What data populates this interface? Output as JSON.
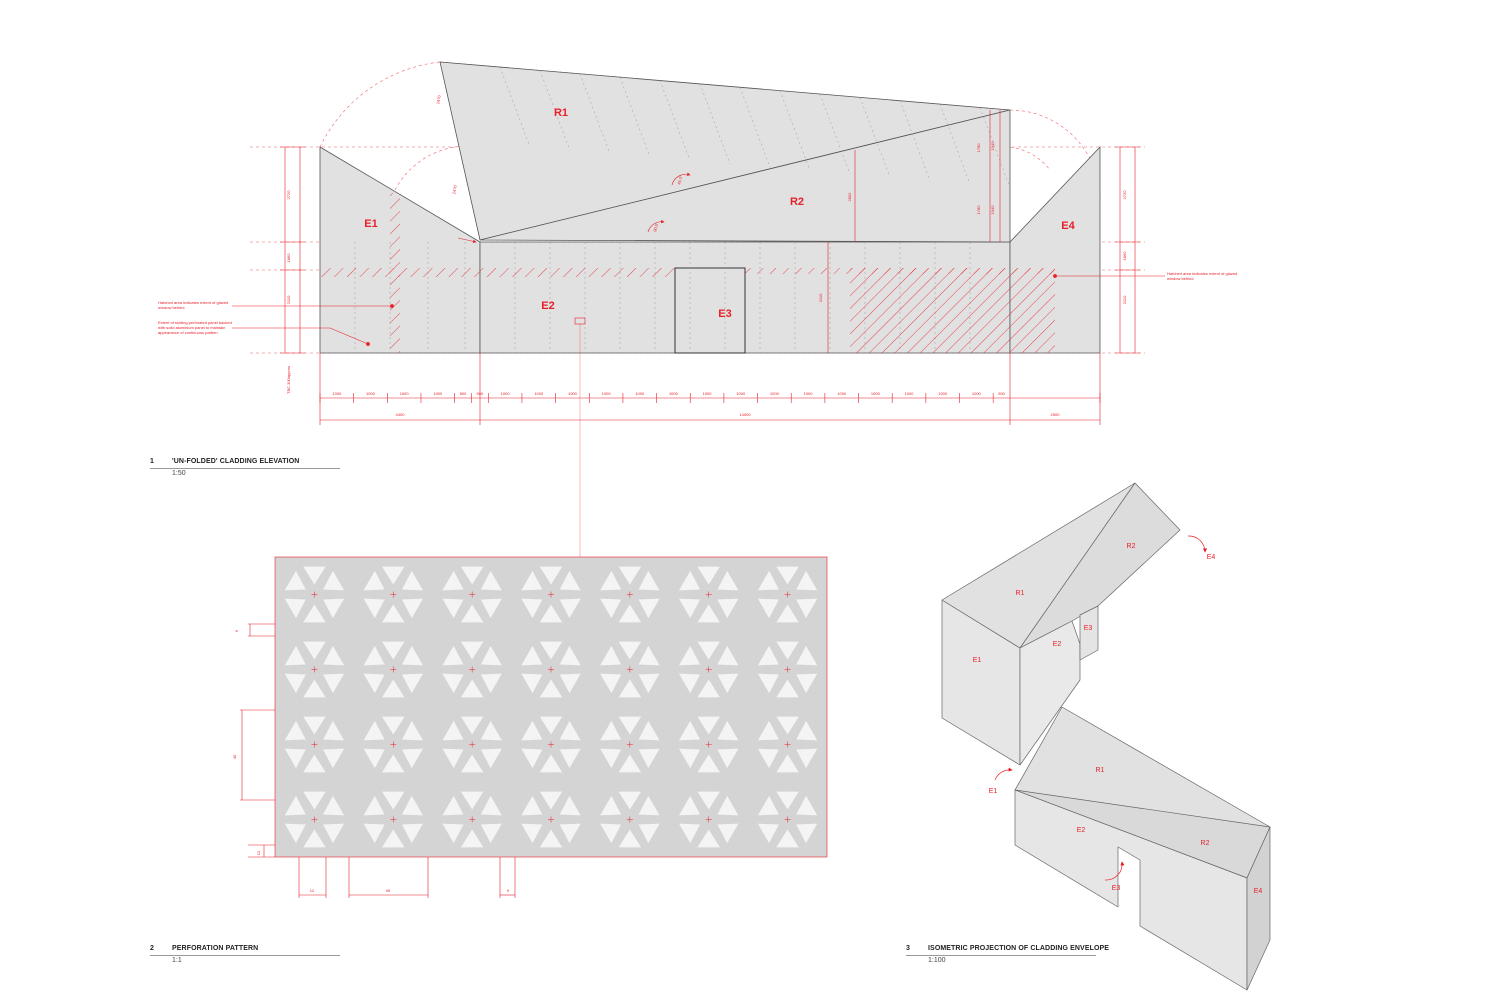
{
  "drawings": [
    {
      "number": "1",
      "title": "'UN-FOLDED' CLADDING ELEVATION",
      "scale": "1:50"
    },
    {
      "number": "2",
      "title": "PERFORATION PATTERN",
      "scale": "1:1"
    },
    {
      "number": "3",
      "title": "ISOMETRIC PROJECTION OF CLADDING ENVELOPE",
      "scale": "1:100"
    }
  ],
  "elevation": {
    "panel_labels": {
      "r1": "R1",
      "r2": "R2",
      "e1": "E1",
      "e2": "E2",
      "e3": "E3",
      "e4": "E4"
    },
    "notes": {
      "hatch_left": "Hatched area indicates extent of glazed window behind",
      "solid_panel": "Extent of skirting perforated panel backed with solid aluminium panel to maintain appearance of continuous pattern",
      "hatch_right": "Hatched area indicates extent of glazed window behind"
    },
    "vertical_dims": {
      "left_gable": "2720",
      "left_wall": "1860",
      "left_lower": "2110",
      "right_gable": "2720",
      "right_wall": "1860",
      "right_lower": "2110",
      "center_wall": "2110",
      "r1_diag_1": "2470",
      "r1_diag_2": "2470",
      "r2_mid": "2802",
      "r2_right_upper": "1780",
      "r2_right_upper_b": "1940",
      "r2_right_lower": "1780",
      "r2_right_lower_b": "1940"
    },
    "angles": {
      "upper": "45.3°",
      "lower": "90.0°"
    },
    "tbc_note": "TBC 300approx",
    "module_dims": [
      "1000",
      "1000",
      "1000",
      "1000",
      "500",
      "500",
      "1000",
      "1000",
      "1000",
      "1000",
      "1000",
      "1000",
      "1000",
      "1000",
      "1000",
      "1000",
      "1000",
      "1000",
      "1000",
      "1000",
      "1000",
      "500"
    ],
    "total_dims": {
      "left": "4400",
      "center": "14000",
      "right": "2500"
    }
  },
  "perforation": {
    "dims": {
      "vertical_small": "9",
      "vertical_large": "40",
      "vertical_bottom": "12",
      "horizontal_left": "12",
      "horizontal_module": "45",
      "horizontal_bar": "9"
    }
  },
  "isometric": {
    "top": {
      "r1": "R1",
      "r2": "R2",
      "e1": "E1",
      "e2": "E2",
      "e3": "E3",
      "e4_arrow": "E4"
    },
    "bottom": {
      "r1": "R1",
      "r2": "R2",
      "e2": "E2",
      "e4": "E4",
      "e1_arrow": "E1",
      "e3_arrow": "E3"
    }
  },
  "colors": {
    "accent": "#e8202a",
    "panel_fill": "#e1e1e1",
    "line": "#666666"
  }
}
